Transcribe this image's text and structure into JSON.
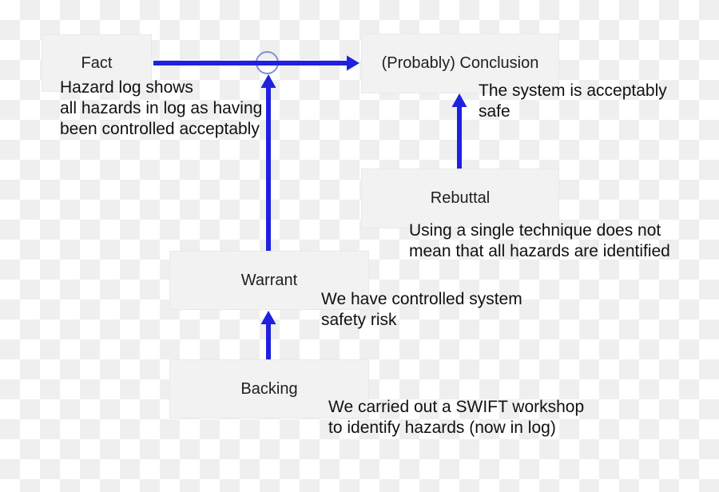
{
  "diagram": {
    "type": "toulmin-argument",
    "colors": {
      "arrow": "#2020e0",
      "junction_stroke": "#8090d0",
      "box_fill": "#f2f2f2",
      "text": "#111111",
      "checker_light": "#ffffff",
      "checker_gray": "#efefef"
    },
    "nodes": [
      {
        "id": "fact",
        "label": "Fact",
        "annotation": "Hazard log shows\nall hazards in log as having\nbeen controlled acceptably"
      },
      {
        "id": "conclusion",
        "label": "(Probably) Conclusion",
        "annotation": "The system is acceptably\nsafe"
      },
      {
        "id": "rebuttal",
        "label": "Rebuttal",
        "annotation": "Using a single technique does not\nmean that all hazards are identified"
      },
      {
        "id": "warrant",
        "label": "Warrant",
        "annotation": "We have controlled system\nsafety risk"
      },
      {
        "id": "backing",
        "label": "Backing",
        "annotation": "We carried out a SWIFT workshop\nto identify hazards (now in log)"
      }
    ],
    "edges": [
      {
        "from": "fact",
        "to": "conclusion",
        "via": "junction-circle"
      },
      {
        "from": "warrant",
        "to": "junction-circle"
      },
      {
        "from": "rebuttal",
        "to": "conclusion"
      },
      {
        "from": "backing",
        "to": "warrant"
      }
    ]
  }
}
